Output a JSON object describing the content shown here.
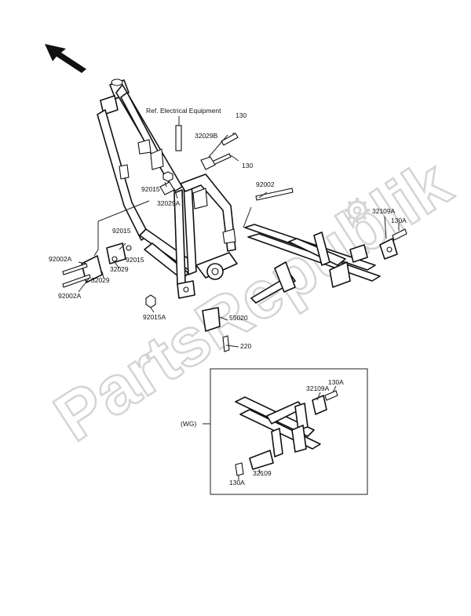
{
  "watermark": {
    "text": "PartsRepublik"
  },
  "labels": {
    "ref_electrical": "Ref. Electrical Equipment",
    "p130_top": "130",
    "p32029B": "32029B",
    "p130_mid": "130",
    "p92015_a": "92015",
    "p32029A": "32029A",
    "p92002": "92002",
    "p92015_b": "92015",
    "p92002A_a": "92002A",
    "p92015_c": "92015",
    "p32029_a": "32029",
    "p32029_b": "32029",
    "p92002A_b": "92002A",
    "p32109A": "32109A",
    "p130A": "130A",
    "p92015A": "92015A",
    "p55020": "55020",
    "p220": "220",
    "wg": "(WG)",
    "wg_32109A": "32109A",
    "wg_130A_top": "130A",
    "wg_130A_bot": "130A",
    "wg_32109": "32109"
  }
}
